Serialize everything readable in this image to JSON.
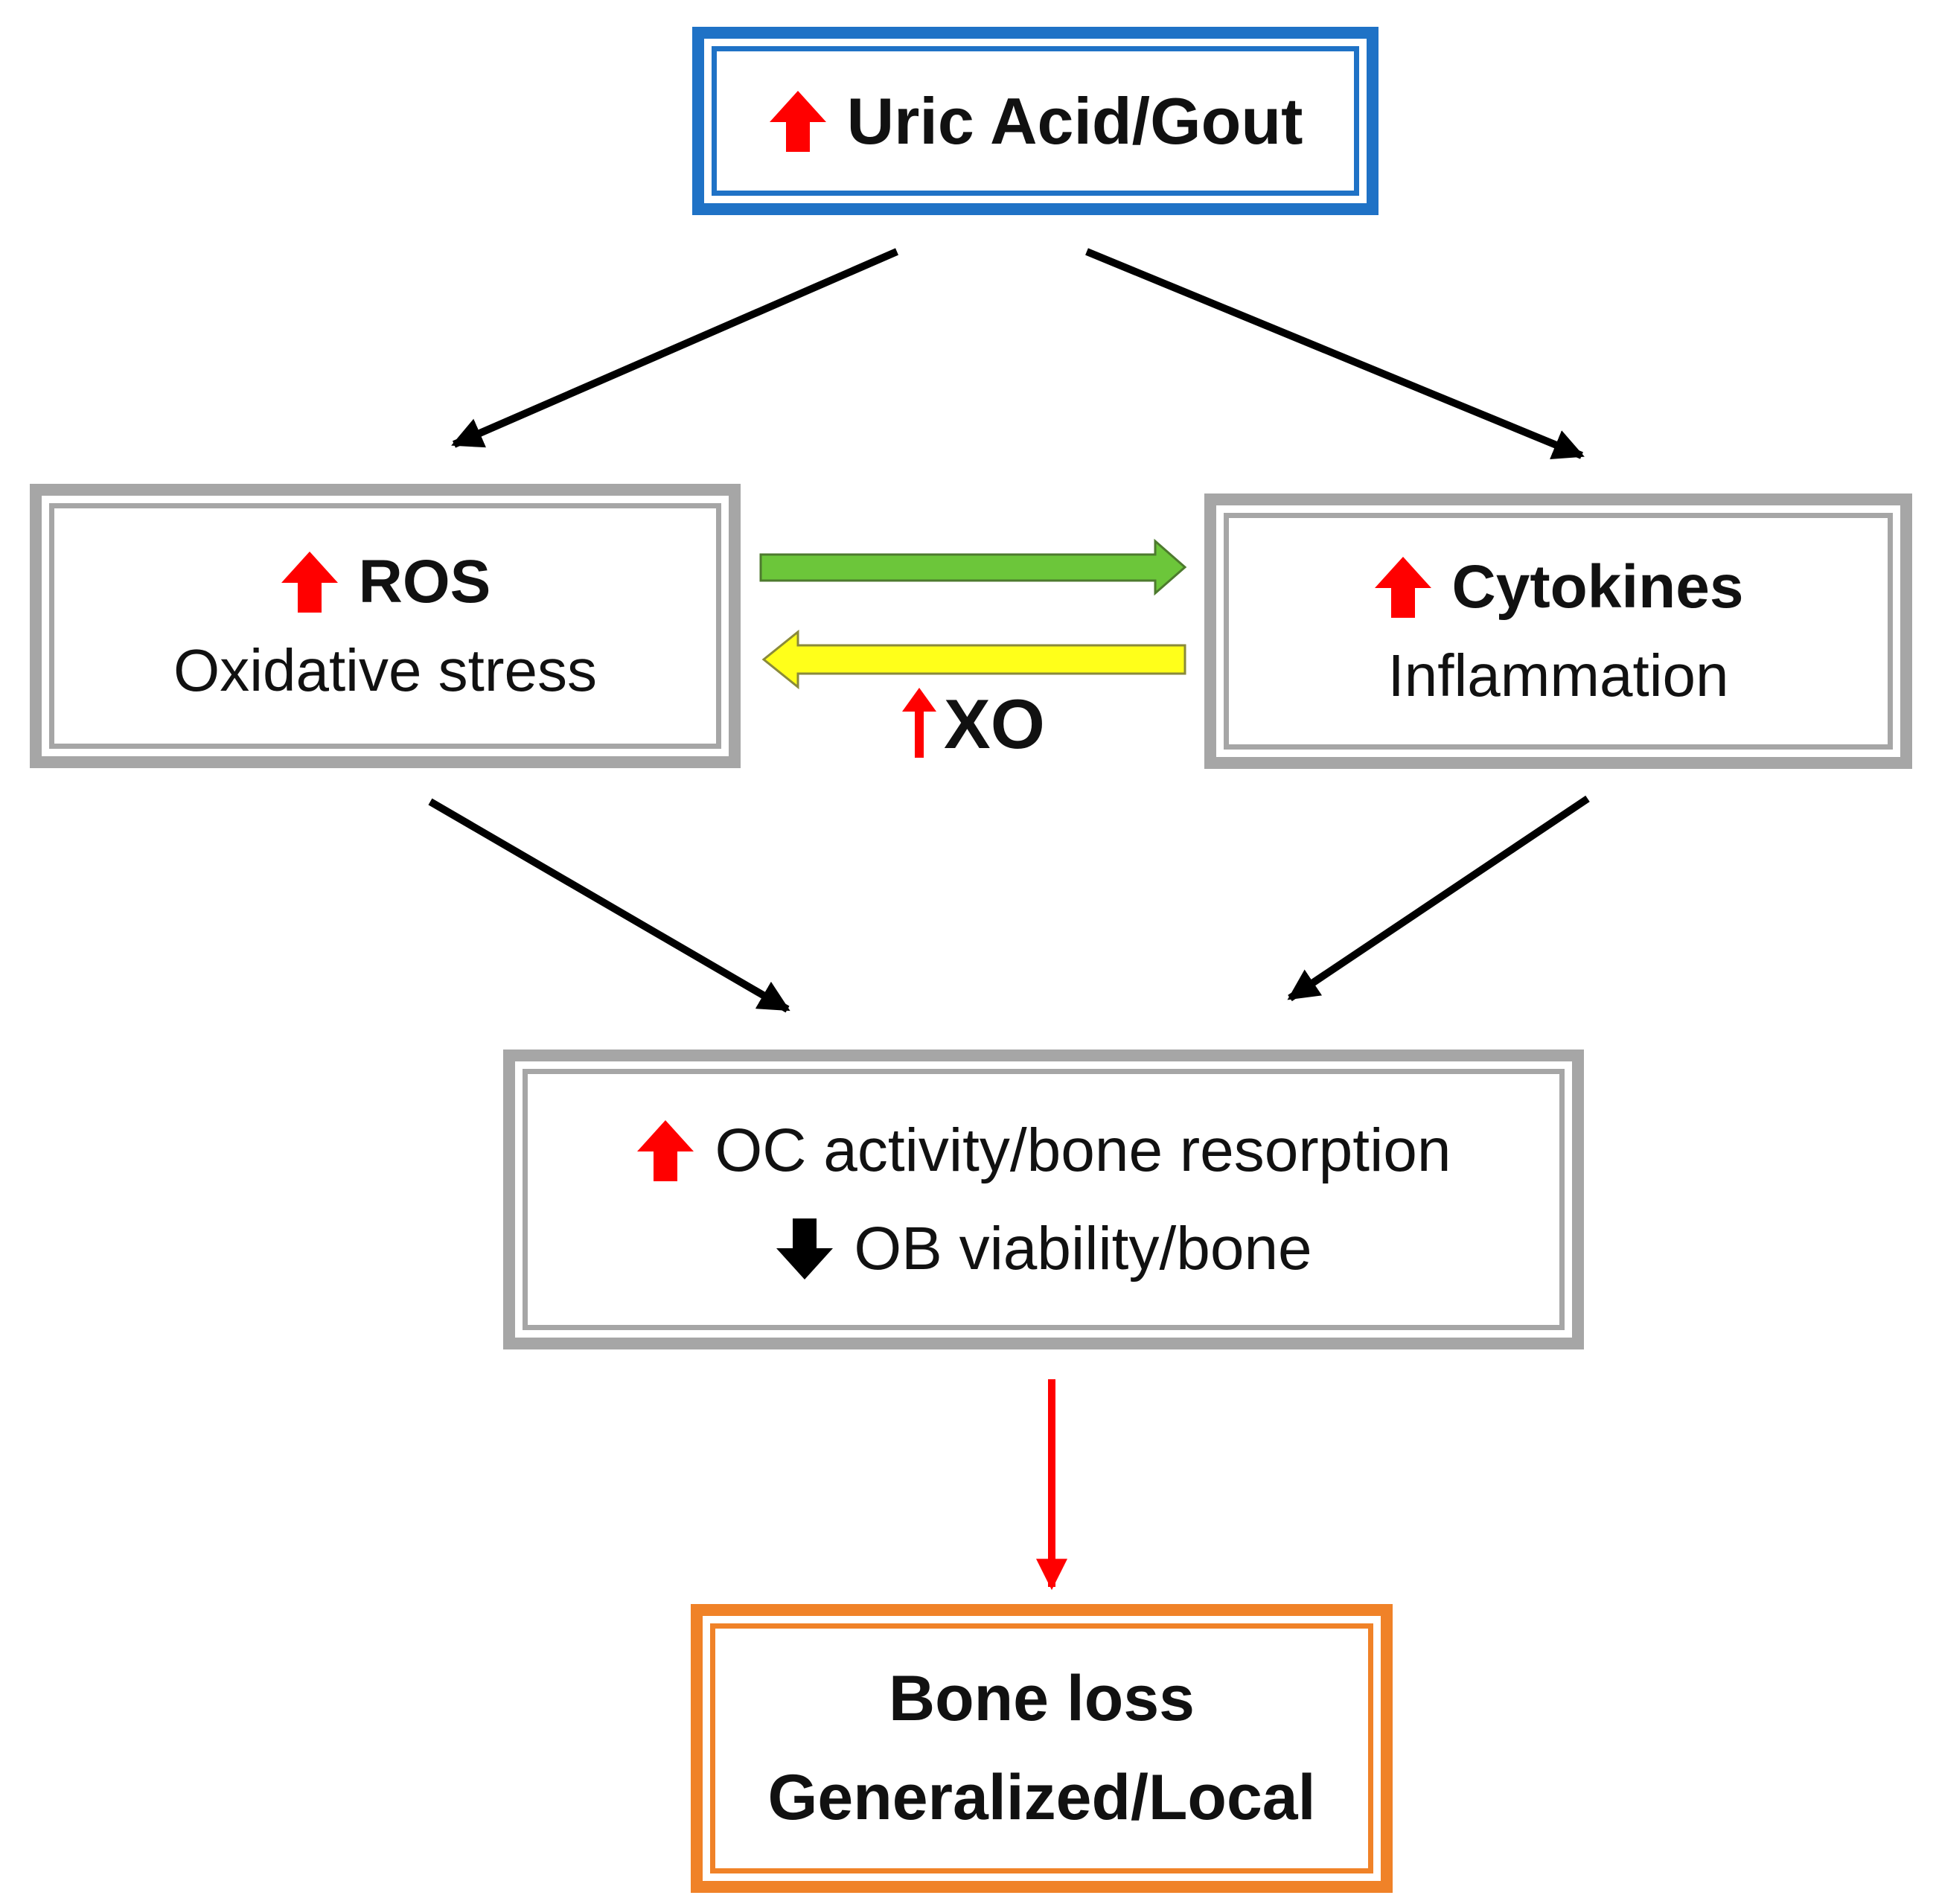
{
  "nodes": {
    "top": {
      "label": "Uric Acid/Gout"
    },
    "ros": {
      "title": "ROS",
      "subtitle": "Oxidative stress"
    },
    "cytokines": {
      "title": "Cytokines",
      "subtitle": "Inflammation"
    },
    "middle": {
      "line1": "OC activity/bone resorption",
      "line2": "OB viability/bone"
    },
    "bottom": {
      "line1": "Bone loss",
      "line2": "Generalized/Local"
    }
  },
  "feedback_label": "XO",
  "colors": {
    "top_border": "#1f72c6",
    "grey_border": "#a6a6a6",
    "bottom_border": "#f08228",
    "increase_arrow": "#ff0000",
    "decrease_arrow": "#000000",
    "ros_to_cytokines_arrow": "#6cc63a",
    "cytokines_to_ros_arrow": "#ffff1a",
    "final_arrow": "#ff0000"
  },
  "indicators": {
    "top": "increase",
    "ros": "increase",
    "cytokines": "increase",
    "xo": "increase",
    "middle_line1": "increase",
    "middle_line2": "decrease"
  }
}
